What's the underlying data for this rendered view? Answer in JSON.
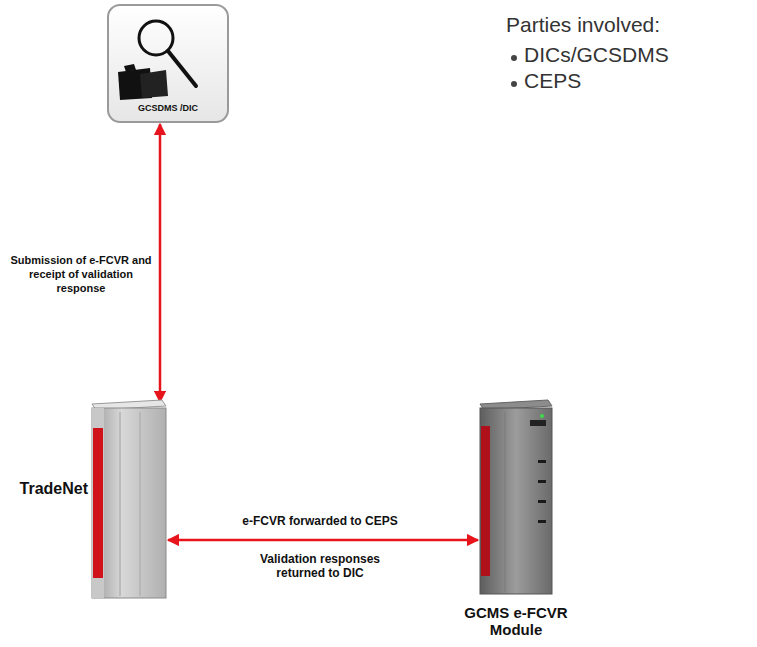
{
  "diagram": {
    "nodes": [
      {
        "text": [
          "GCSDMS /DIC"
        ]
      },
      {
        "text": [
          "TradeNet"
        ]
      },
      {
        "text": [
          "GCMS e-FCVR Module"
        ]
      }
    ],
    "edges": [
      {
        "from": 0,
        "to": 1,
        "arrow": "both",
        "label": "Submission of e-FCVR and receipt of validation response"
      },
      {
        "from": 1,
        "to": 2,
        "arrow": "both",
        "label": "e-FCVR forwarded to CEPS"
      }
    ],
    "labels": [
      "Parties involved:",
      "DICs/GCSDMS",
      "CEPS",
      "Validation responses returned to DIC"
    ]
  }
}
